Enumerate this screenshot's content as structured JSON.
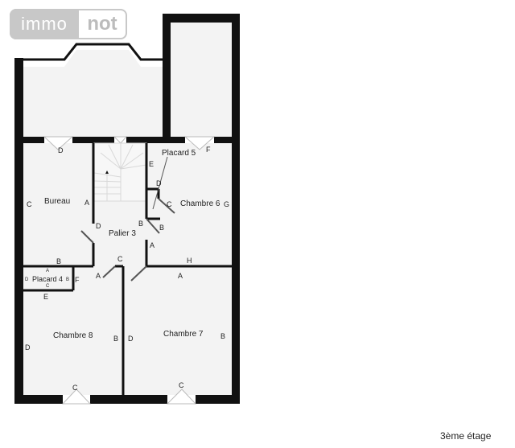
{
  "logo": {
    "left_text": "immo",
    "right_text": "not"
  },
  "caption": "3ème étage",
  "colors": {
    "wall": "#111111",
    "floor": "#f3f3f3",
    "background": "#ffffff",
    "logo_gray": "#c8c8c8"
  },
  "rooms": {
    "bureau": "Bureau",
    "placard5": "Placard 5",
    "chambre6": "Chambre 6",
    "palier3": "Palier 3",
    "placard4": "Placard 4",
    "chambre8": "Chambre 8",
    "chambre7": "Chambre 7"
  },
  "wall_labels": {
    "bureau_top_d": "D",
    "bureau_left_c": "C",
    "bureau_right_a": "A",
    "bureau_bottom_b": "B",
    "placard5_e": "E",
    "placard5_f": "F",
    "placard5_d": "D",
    "placard5_c": "C",
    "chambre6_g": "G",
    "chambre6_b1": "B",
    "chambre6_b2": "B",
    "chambre6_h": "H",
    "palier_d": "D",
    "palier_a_right": "A",
    "palier_a_left": "A",
    "palier_c": "C",
    "placard4_a": "A",
    "placard4_b": "B",
    "placard4_c": "C",
    "placard4_d": "D",
    "placard4_f": "F",
    "placard4_e": "E",
    "chambre7_a": "A",
    "chambre7_d": "D",
    "chambre7_b": "B",
    "chambre7_c": "C",
    "chambre8_b": "B",
    "chambre8_d": "D",
    "chambre8_c": "C"
  }
}
